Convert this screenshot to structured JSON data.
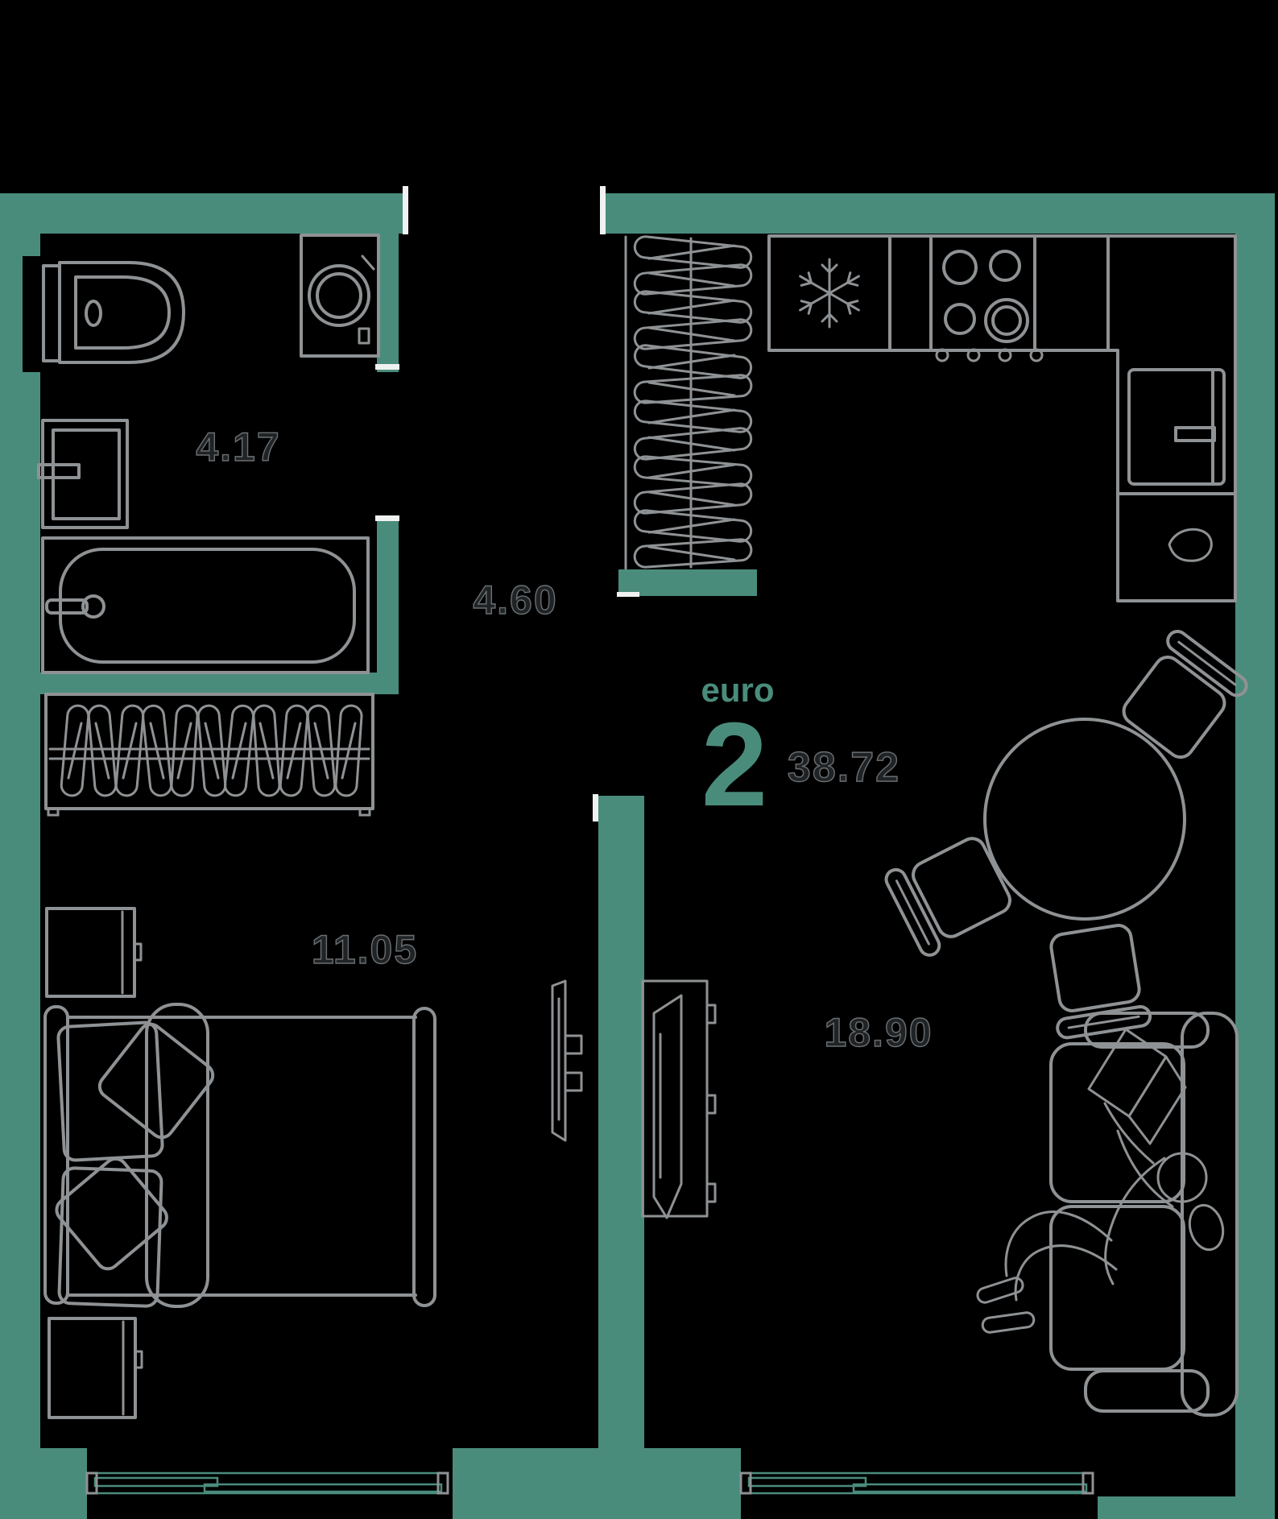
{
  "plan": {
    "unit": {
      "type_label": "euro",
      "rooms_digit": "2",
      "total_area": "38.72"
    },
    "rooms": [
      {
        "id": "bathroom",
        "area_label": "4.17"
      },
      {
        "id": "hallway",
        "area_label": "4.60"
      },
      {
        "id": "bedroom",
        "area_label": "11.05"
      },
      {
        "id": "living-kitchen",
        "area_label": "18.90"
      }
    ],
    "icons": {
      "fridge_icon": "snowflake",
      "stove_icon": "four-burners",
      "sink_drain_icon": "teardrop"
    },
    "colors": {
      "wall": "#4A8C7C",
      "floor": "#000000",
      "furniture_outline": "#8F9294",
      "area_text_fill": "#1F2325",
      "area_text_outline": "#6B6F71",
      "accent_text": "#4A8C7C"
    }
  }
}
